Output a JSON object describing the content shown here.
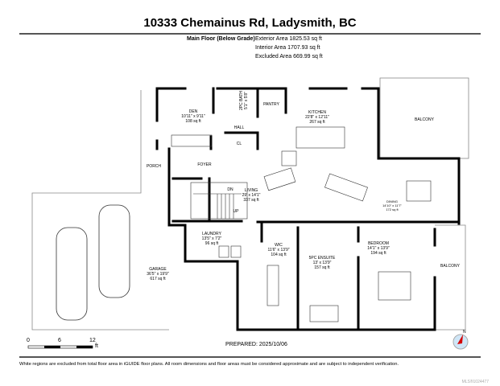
{
  "title": "10333 Chemainus Rd, Ladysmith, BC",
  "floor": {
    "name": "Main Floor (Below Grade)",
    "exterior_area": "Exterior Area 1825.53 sq ft",
    "interior_area": "Interior Area 1707.93 sq ft",
    "excluded_area": "Excluded Area 669.99 sq ft"
  },
  "rooms": [
    {
      "name": "DEN",
      "dims": "10'11\" x 9'11\"",
      "area": "108 sq ft"
    },
    {
      "name": "2PC BATH",
      "dims": "5'1\" x 5'8\""
    },
    {
      "name": "PANTRY"
    },
    {
      "name": "KITCHEN",
      "dims": "22'8\" x 12'11\"",
      "area": "267 sq ft"
    },
    {
      "name": "HALL"
    },
    {
      "name": "CL"
    },
    {
      "name": "BALCONY"
    },
    {
      "name": "PORCH"
    },
    {
      "name": "FOYER"
    },
    {
      "name": "LIVING",
      "dims": "29' x 14'1\"",
      "area": "337 sq ft"
    },
    {
      "name": "DINING",
      "dims": "14'10\" x 11'7\"",
      "area": "172 sq ft"
    },
    {
      "name": "LAUNDRY",
      "dims": "13'5\" x 7'2\"",
      "area": "96 sq ft"
    },
    {
      "name": "WIC",
      "dims": "11'6\" x 13'9\"",
      "area": "104 sq ft"
    },
    {
      "name": "5PC ENSUITE",
      "dims": "13' x 13'9\"",
      "area": "157 sq ft"
    },
    {
      "name": "BEDROOM",
      "dims": "14'1\" x 13'9\"",
      "area": "194 sq ft"
    },
    {
      "name": "BALCONY"
    },
    {
      "name": "GARAGE",
      "dims": "36'5\" x 19'9\"",
      "area": "617 sq ft"
    }
  ],
  "stairs": {
    "down": "DN",
    "up": "UP"
  },
  "scale": {
    "t0": "0",
    "t1": "6",
    "t2": "12",
    "unit": "ft"
  },
  "compass": {
    "label": "N"
  },
  "prepared": "PREPARED: 2025/10/06",
  "disclaimer": "White regions are excluded from total floor area in iGUIDE floor plans. All room dimensions and floor areas must be considered approximate and are subject to independent verification.",
  "mls": "MLS®1024477"
}
